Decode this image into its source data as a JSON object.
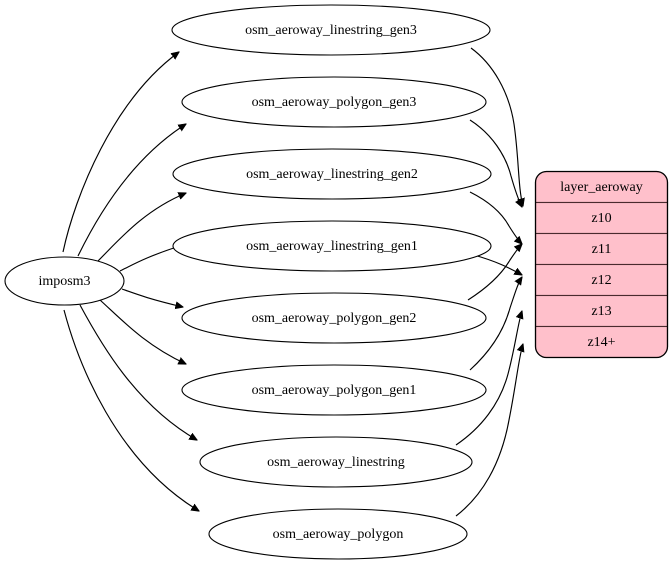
{
  "diagram": {
    "type": "graphviz-digraph",
    "rankdir": "LR",
    "background_color": "#ffffff",
    "source_node": {
      "id": "imposm3",
      "label": "imposm3",
      "shape": "ellipse",
      "fill": "#ffffff",
      "stroke": "#000000"
    },
    "table_node": {
      "id": "layer_aeroway",
      "shape": "rounded-record",
      "fill": "#ffc0cb",
      "stroke": "#000000",
      "header": "layer_aeroway",
      "rows": [
        {
          "label": "z10"
        },
        {
          "label": "z11"
        },
        {
          "label": "z12"
        },
        {
          "label": "z13"
        },
        {
          "label": "z14+"
        }
      ]
    },
    "middle_nodes": [
      {
        "id": "osm_aeroway_linestring_gen3",
        "label": "osm_aeroway_linestring_gen3",
        "target_row": "z10"
      },
      {
        "id": "osm_aeroway_polygon_gen3",
        "label": "osm_aeroway_polygon_gen3",
        "target_row": "z10"
      },
      {
        "id": "osm_aeroway_linestring_gen2",
        "label": "osm_aeroway_linestring_gen2",
        "target_row": "z11"
      },
      {
        "id": "osm_aeroway_linestring_gen1",
        "label": "osm_aeroway_linestring_gen1",
        "target_row": "z12"
      },
      {
        "id": "osm_aeroway_polygon_gen2",
        "label": "osm_aeroway_polygon_gen2",
        "target_row": "z11"
      },
      {
        "id": "osm_aeroway_polygon_gen1",
        "label": "osm_aeroway_polygon_gen1",
        "target_row": "z12"
      },
      {
        "id": "osm_aeroway_linestring",
        "label": "osm_aeroway_linestring",
        "target_row": "z13"
      },
      {
        "id": "osm_aeroway_polygon",
        "label": "osm_aeroway_polygon",
        "target_row": "z14+"
      }
    ]
  }
}
